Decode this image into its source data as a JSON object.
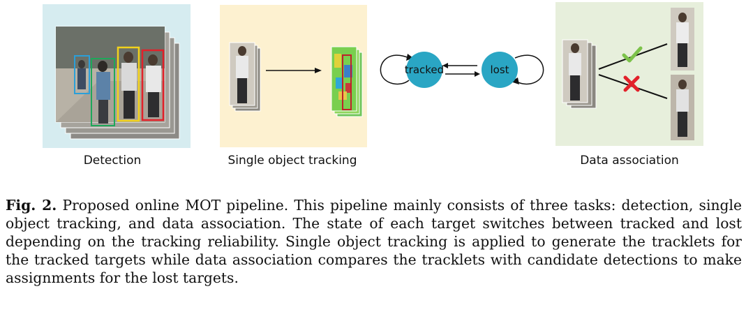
{
  "panels": {
    "detection": {
      "label": "Detection",
      "bg": "#d6ecf0"
    },
    "sot": {
      "label": "Single object tracking",
      "bg": "#fdf1d0"
    },
    "association": {
      "label": "Data association",
      "bg": "#e7efdc"
    }
  },
  "states": {
    "tracked": "tracked",
    "lost": "lost",
    "color": "#2aa6c4"
  },
  "association_marks": {
    "accept_color": "#7cc24a",
    "reject_color": "#e2212a"
  },
  "box_colors": [
    "#2a9fd8",
    "#1ea85a",
    "#f2d21b",
    "#e2212a"
  ],
  "caption": {
    "label": "Fig. 2.",
    "text": "Proposed online MOT pipeline. This pipeline mainly consists of three tasks: detection, single object tracking, and data association. The state of each target switches between tracked and lost depending on the tracking reliability. Single object tracking is applied to generate the tracklets for the tracked targets while data association compares the tracklets with candidate detections to make assignments for the lost targets."
  }
}
